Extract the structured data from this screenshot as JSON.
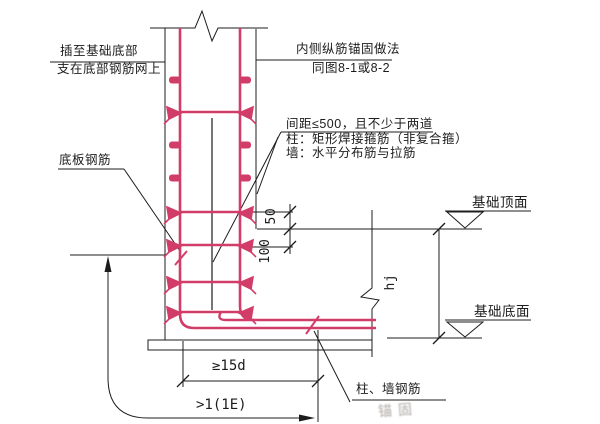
{
  "colors": {
    "rebar": "#d23c69",
    "line": "#1c1c1c",
    "watermark": "#9b948e",
    "background": "#ffffff"
  },
  "annotations": {
    "insert_note_line1": "插至基础底部",
    "insert_note_line2": "支在底部钢筋网上",
    "bottom_slab_rebar": "底板钢筋",
    "inner_bar_note_line1": "内侧纵筋锚固做法",
    "inner_bar_note_line2": "同图8-1或8-2",
    "stirrup_note_line1": "间距≤500，且不少于两道",
    "stirrup_note_line2": "柱：矩形焊接箍筋（非复合箍）",
    "stirrup_note_line3": "墙：水平分布筋与拉筋",
    "foundation_top": "基础顶面",
    "foundation_bottom": "基础底面",
    "column_wall_rebar": "柱、墙钢筋",
    "watermark_text": "锚固"
  },
  "dimensions": {
    "dim_50": "50",
    "dim_100": "100",
    "dim_hj": "hj",
    "dim_15d": "≥15d",
    "dim_lap": ">1(1E)"
  }
}
